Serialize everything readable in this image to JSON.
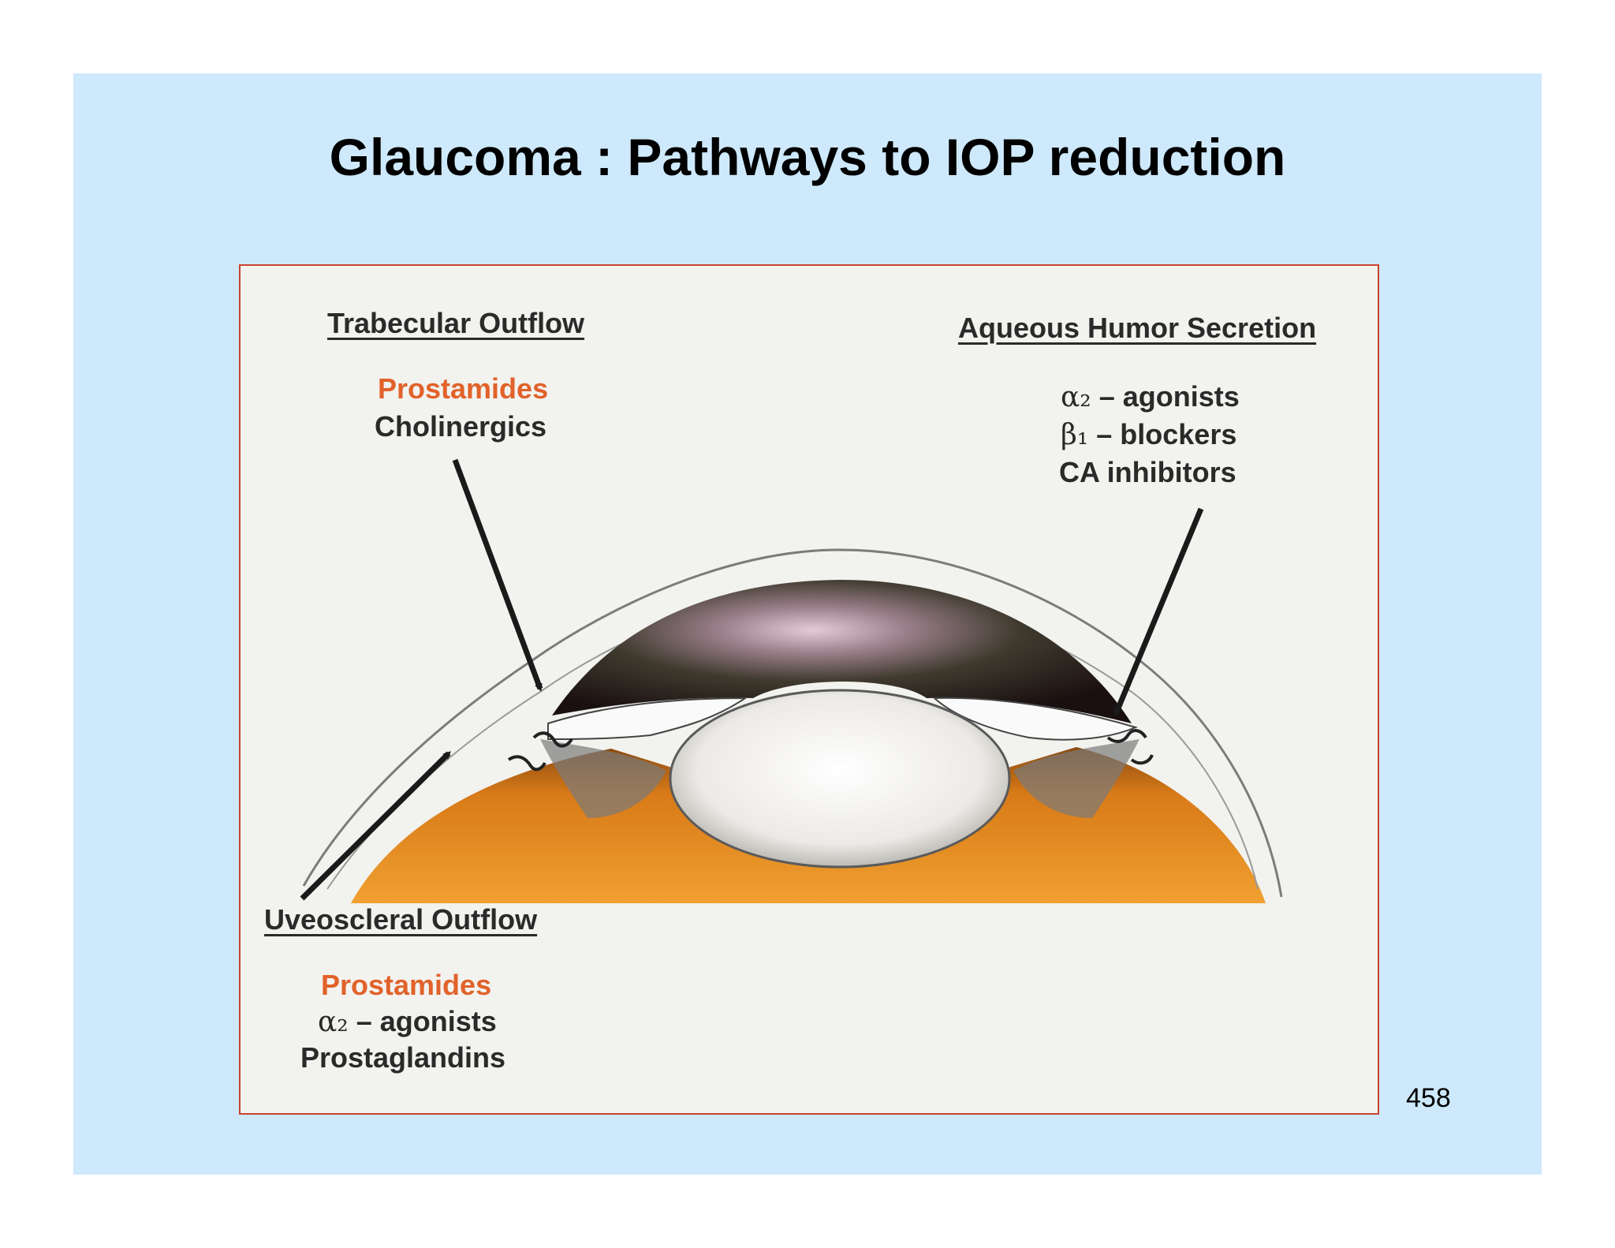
{
  "title": "Glaucoma : Pathways to IOP reduction",
  "page_number": "458",
  "colors": {
    "background": "#cde9fb",
    "figure_border": "#c9432d",
    "highlight_drug": "#e1622a",
    "label_text": "#2a2a2a"
  },
  "figure": {
    "trabecular": {
      "heading": "Trabecular Outflow",
      "drugs": [
        "Prostamides",
        "Cholinergics"
      ]
    },
    "aqueous": {
      "heading": "Aqueous Humor Secretion",
      "drugs": [
        {
          "symbol": "α₂",
          "text": " – agonists"
        },
        {
          "symbol": "β₁",
          "text": " – blockers"
        },
        {
          "symbol": "",
          "text": "CA inhibitors"
        }
      ]
    },
    "uveoscleral": {
      "heading": "Uveoscleral Outflow",
      "drugs": [
        {
          "symbol": "",
          "text": "Prostamides"
        },
        {
          "symbol": "α₂",
          "text": " – agonists"
        },
        {
          "symbol": "",
          "text": "Prostaglandins"
        }
      ]
    }
  }
}
